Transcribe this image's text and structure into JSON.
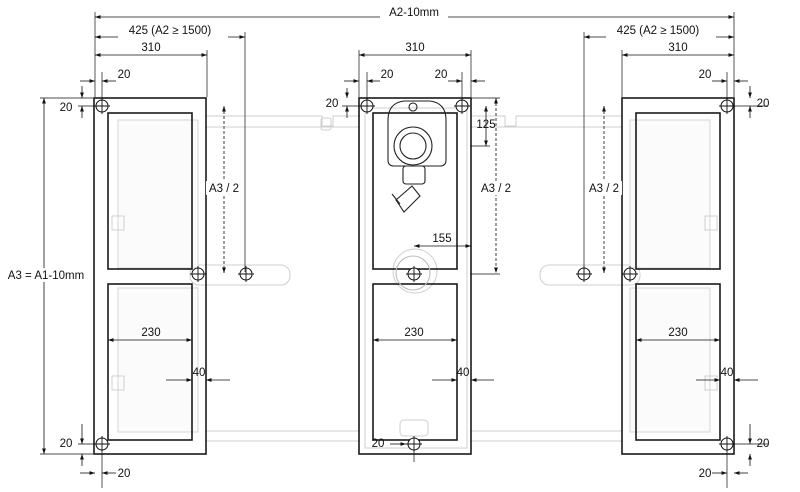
{
  "labels": {
    "overall_width": "A2-10mm",
    "left_offset": "425  (A2  ≥ 1500)",
    "right_offset": "425  (A2  ≥ 1500)",
    "left_frame_width": "310",
    "center_frame_width": "310",
    "right_frame_width": "310",
    "left_top_20": "20",
    "center_top_20_left": "20",
    "center_top_20_right": "20",
    "right_top_20": "20",
    "left_side_20_top": "20",
    "center_side_20": "20",
    "right_side_20_top": "20",
    "left_side_20_bottom": "20",
    "right_side_20_bottom": "20",
    "center_bottom_20": "20",
    "left_bottom_20": "20",
    "right_bottom_20": "20",
    "overall_height": "A3 = A1-10mm",
    "left_half_height": "A3 / 2",
    "center_half_height": "A3 / 2",
    "right_half_height": "A3 / 2",
    "center_125": "125",
    "center_155": "155",
    "left_230": "230",
    "center_230": "230",
    "right_230": "230",
    "left_40": "40",
    "center_40": "40",
    "right_40": "40"
  },
  "colors": {
    "ink": "#111111",
    "ghost_lines": "#cfcfcf",
    "frame": "#1a1a1a"
  }
}
